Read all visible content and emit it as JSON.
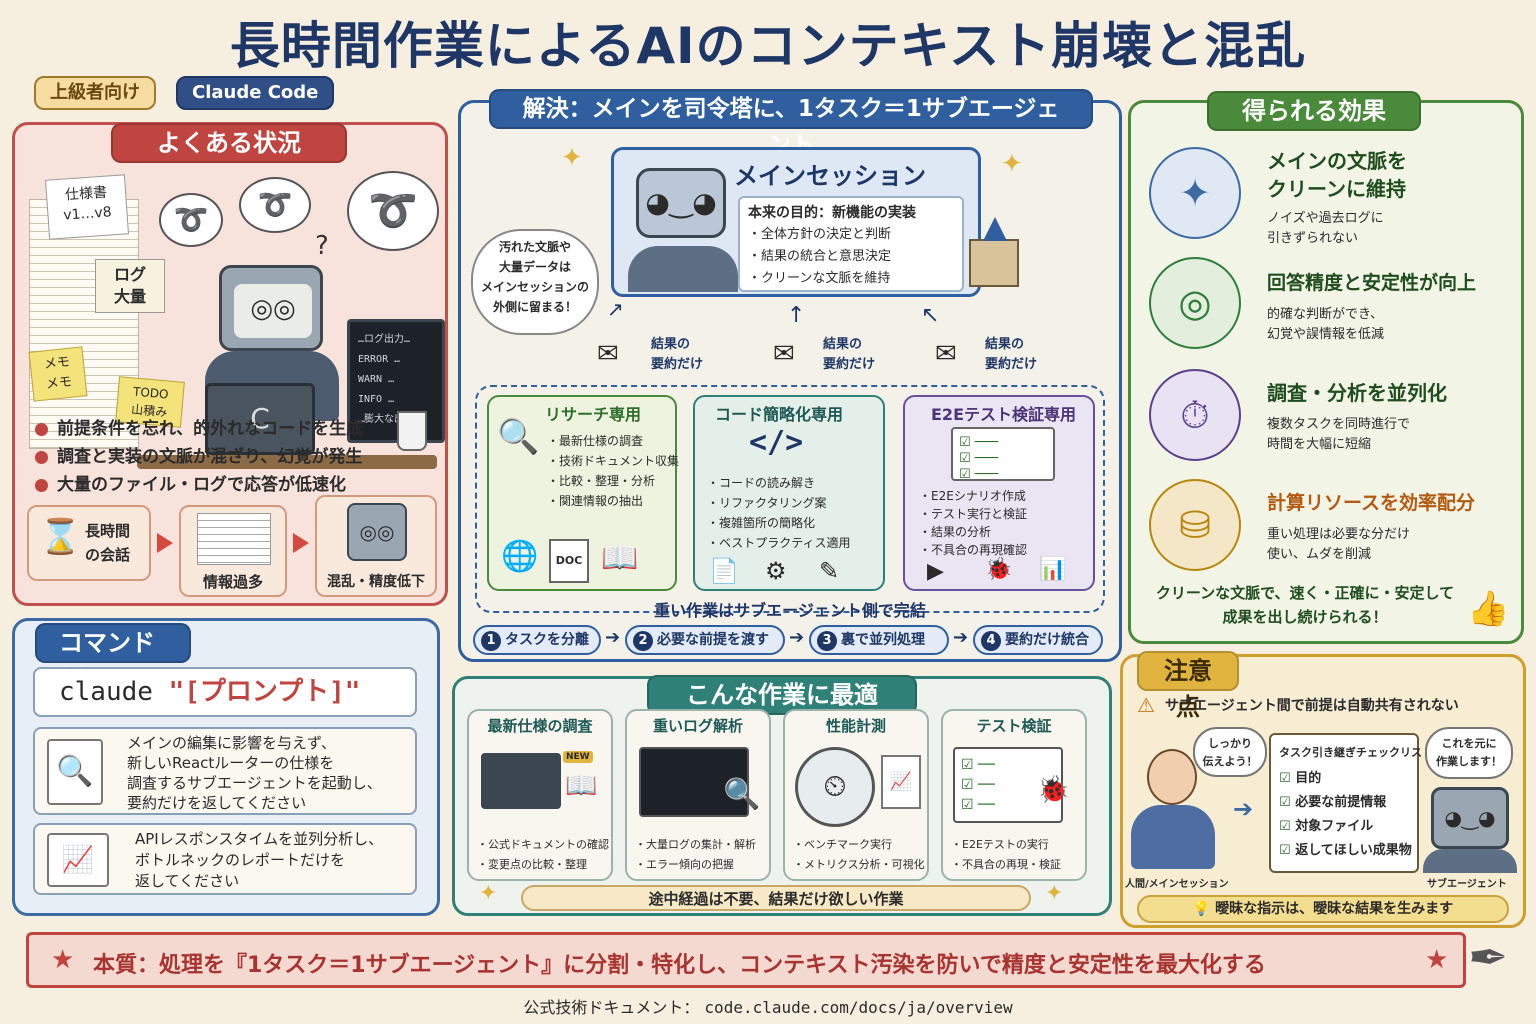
{
  "title": "長時間作業によるAIのコンテキスト崩壊と混乱",
  "tags": {
    "level": "上級者向け",
    "product": "Claude Code"
  },
  "situation": {
    "title": "よくある状況",
    "labels": {
      "spec": "仕様書\nv1…v8",
      "log": "ログ\n大量",
      "memo": "メモ\nメモ",
      "todo": "TODO\n山積み",
      "laptop_letter": "C"
    },
    "terminal_lines": [
      "…ログ出力…",
      "ERROR …",
      "WARN …",
      "INFO …",
      "…膨大な出力"
    ],
    "bullets": [
      "前提条件を忘れ、的外れなコードを生成",
      "調査と実装の文脈が混ざり、幻覚が発生",
      "大量のファイル・ログで応答が低速化"
    ],
    "flow": [
      {
        "label": "長時間\nの会話"
      },
      {
        "label": "情報過多"
      },
      {
        "label": "混乱・精度低下"
      }
    ]
  },
  "command": {
    "title": "コマンド例",
    "code": "claude",
    "prompt": "\"[プロンプト]\"",
    "examples": [
      "メインの編集に影響を与えず、\n新しいReactルーターの仕様を\n調査するサブエージェントを起動し、\n要約だけを返してください",
      "APIレスポンスタイムを並列分析し、\nボトルネックのレポートだけを\n返してください"
    ]
  },
  "solution": {
    "title": "解決：メインを司令塔に、1タスク＝1サブエージェント",
    "main_session": {
      "title": "メインセッション",
      "purpose": "本来の目的：新機能の実装",
      "items": [
        "全体方針の決定と判断",
        "結果の統合と意思決定",
        "クリーンな文脈を維持"
      ]
    },
    "cloud_note": "汚れた文脈や\n大量データは\nメインセッションの\n外側に留まる！",
    "result_label": "結果の\n要約だけ",
    "subagents": [
      {
        "title": "リサーチ専用",
        "items": [
          "最新仕様の調査",
          "技術ドキュメント収集",
          "比較・整理・分析",
          "関連情報の抽出"
        ],
        "icon": "magnifier-icon",
        "doc_label": "DOC"
      },
      {
        "title": "コード簡略化専用",
        "symbol": "</>",
        "items": [
          "コードの読み解き",
          "リファクタリング案",
          "複雑箇所の簡略化",
          "ベストプラクティス適用"
        ],
        "icon": "code-icon"
      },
      {
        "title": "E2Eテスト検証専用",
        "items": [
          "E2Eシナリオ作成",
          "テスト実行と検証",
          "結果の分析",
          "不具合の再現確認"
        ],
        "icon": "checklist-icon"
      }
    ],
    "heavy_note": "重い作業はサブエージェント側で完結",
    "steps": [
      {
        "num": "1",
        "label": "タスクを分離"
      },
      {
        "num": "2",
        "label": "必要な前提を渡す"
      },
      {
        "num": "3",
        "label": "裏で並列処理"
      },
      {
        "num": "4",
        "label": "要約だけ統合"
      }
    ]
  },
  "best_for": {
    "title": "こんな作業に最適",
    "cards": [
      {
        "title": "最新仕様の調査",
        "items": [
          "公式ドキュメントの確認",
          "変更点の比較・整理"
        ],
        "badge": "NEW"
      },
      {
        "title": "重いログ解析",
        "items": [
          "大量ログの集計・解析",
          "エラー傾向の把握"
        ]
      },
      {
        "title": "性能計測",
        "items": [
          "ベンチマーク実行",
          "メトリクス分析・可視化"
        ]
      },
      {
        "title": "テスト検証",
        "items": [
          "E2Eテストの実行",
          "不具合の再現・検証"
        ]
      }
    ],
    "footer": "途中経過は不要、結果だけ欲しい作業"
  },
  "effects": {
    "title": "得られる効果",
    "items": [
      {
        "title": "メインの文脈を\nクリーンに維持",
        "desc": "ノイズや過去ログに\n引きずられない",
        "color": "#3d6aa3",
        "icon": "sparkle-icon",
        "glyph": "✦"
      },
      {
        "title": "回答精度と安定性が向上",
        "desc": "的確な判断ができ、\n幻覚や誤情報を低減",
        "color": "#2e7d3a",
        "icon": "target-icon",
        "glyph": "◎"
      },
      {
        "title": "調査・分析を並列化",
        "desc": "複数タスクを同時進行で\n時間を大幅に短縮",
        "color": "#5b3f8c",
        "icon": "gauge-icon",
        "glyph": "⏱"
      },
      {
        "title": "計算リソースを効率配分",
        "desc": "重い処理は必要な分だけ\n使い、ムダを削減",
        "color": "#b8860b",
        "icon": "coins-icon",
        "glyph": "⛁"
      }
    ],
    "summary": "クリーンな文脈で、速く・正確に・安定して\n成果を出し続けられる！"
  },
  "notes": {
    "title": "注意点",
    "warning": "サブエージェント間で前提は自動共有されない",
    "human_bubble": "しっかり\n伝えよう！",
    "agent_bubble": "これを元に\n作業します！",
    "checklist_title": "タスク引き継ぎチェックリスト",
    "checklist": [
      "目的",
      "必要な前提情報",
      "対象ファイル",
      "返してほしい成果物"
    ],
    "human_label": "人間/メインセッション",
    "agent_label": "サブエージェント",
    "tip": "曖昧な指示は、曖昧な結果を生みます"
  },
  "essence": "本質：処理を『1タスク＝1サブエージェント』に分割・特化し、コンテキスト汚染を防いで精度と安定性を最大化する",
  "footer": {
    "label": "公式技術ドキュメント：",
    "url": "code.claude.com/docs/ja/overview"
  }
}
